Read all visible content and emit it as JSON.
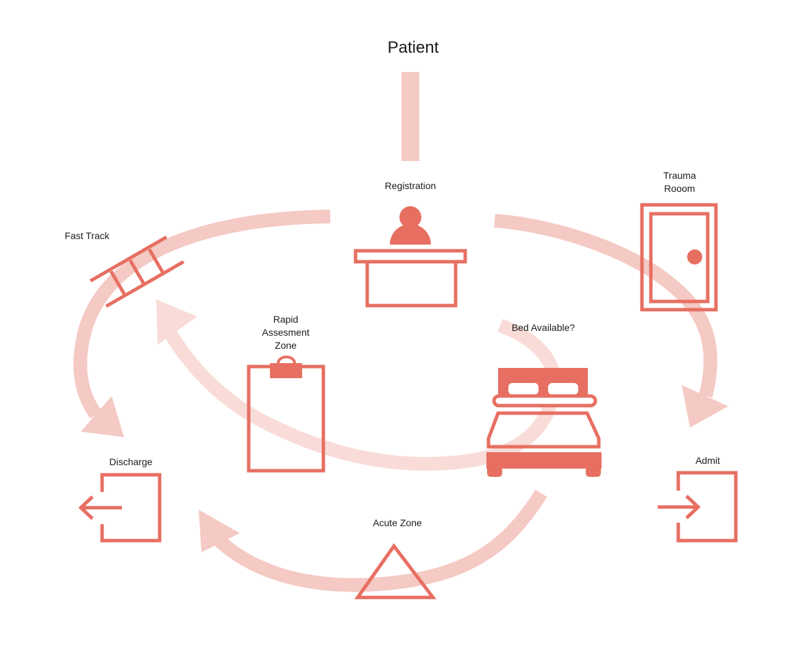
{
  "diagram": {
    "title": "Patient",
    "colors": {
      "icon": "#e76f62",
      "arrow": "#f5c9c4",
      "arrow_light": "#f9dcd8",
      "text": "#1a1a1a"
    },
    "nodes": {
      "registration": {
        "label": "Registration",
        "icon": "reception-desk-icon"
      },
      "trauma_room": {
        "label_line1": "Trauma",
        "label_line2": "Rooom",
        "icon": "door-icon"
      },
      "fast_track": {
        "label": "Fast Track",
        "icon": "ladder-icon"
      },
      "rapid_assessment": {
        "label_line1": "Rapid",
        "label_line2": "Assesment",
        "label_line3": "Zone",
        "icon": "clipboard-icon"
      },
      "bed_available": {
        "label": "Bed Available?",
        "icon": "bed-icon"
      },
      "discharge": {
        "label": "Discharge",
        "icon": "exit-icon"
      },
      "admit": {
        "label": "Admit",
        "icon": "enter-icon"
      },
      "acute_zone": {
        "label": "Acute Zone",
        "icon": "triangle-icon"
      }
    }
  }
}
